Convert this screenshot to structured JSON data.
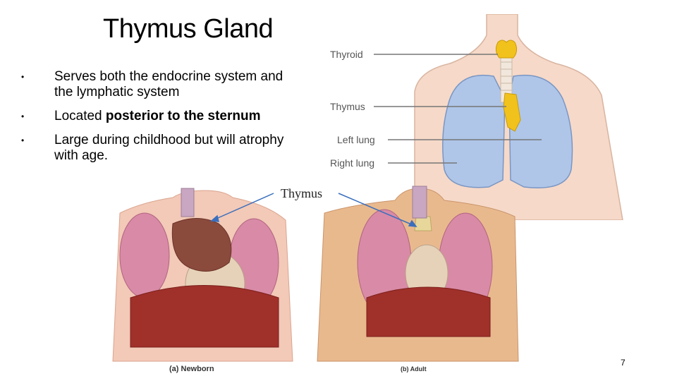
{
  "slide": {
    "title": "Thymus Gland",
    "page_number": "7"
  },
  "bullets": [
    {
      "pre": "Serves both the endocrine system and the lymphatic system",
      "bold": "",
      "post": ""
    },
    {
      "pre": "Located ",
      "bold": "posterior to the sternum",
      "post": ""
    },
    {
      "pre": "Large during childhood but will atrophy with age.",
      "bold": "",
      "post": ""
    }
  ],
  "top_figure": {
    "labels": {
      "thyroid": "Thyroid",
      "thymus": "Thymus",
      "left_lung": "Left lung",
      "right_lung": "Right lung"
    }
  },
  "bottom_figure": {
    "arrow_label": "Thymus",
    "caption_a": "(a) Newborn",
    "caption_b": "(b) Adult"
  },
  "colors": {
    "skin": "#f6d9c8",
    "lung_blue": "#a8c4ec",
    "thymus_yellow": "#f2c21c",
    "lung_pink": "#d98aa6",
    "diaphragm_red": "#a0302a",
    "arrow_blue": "#3a6fbd"
  }
}
